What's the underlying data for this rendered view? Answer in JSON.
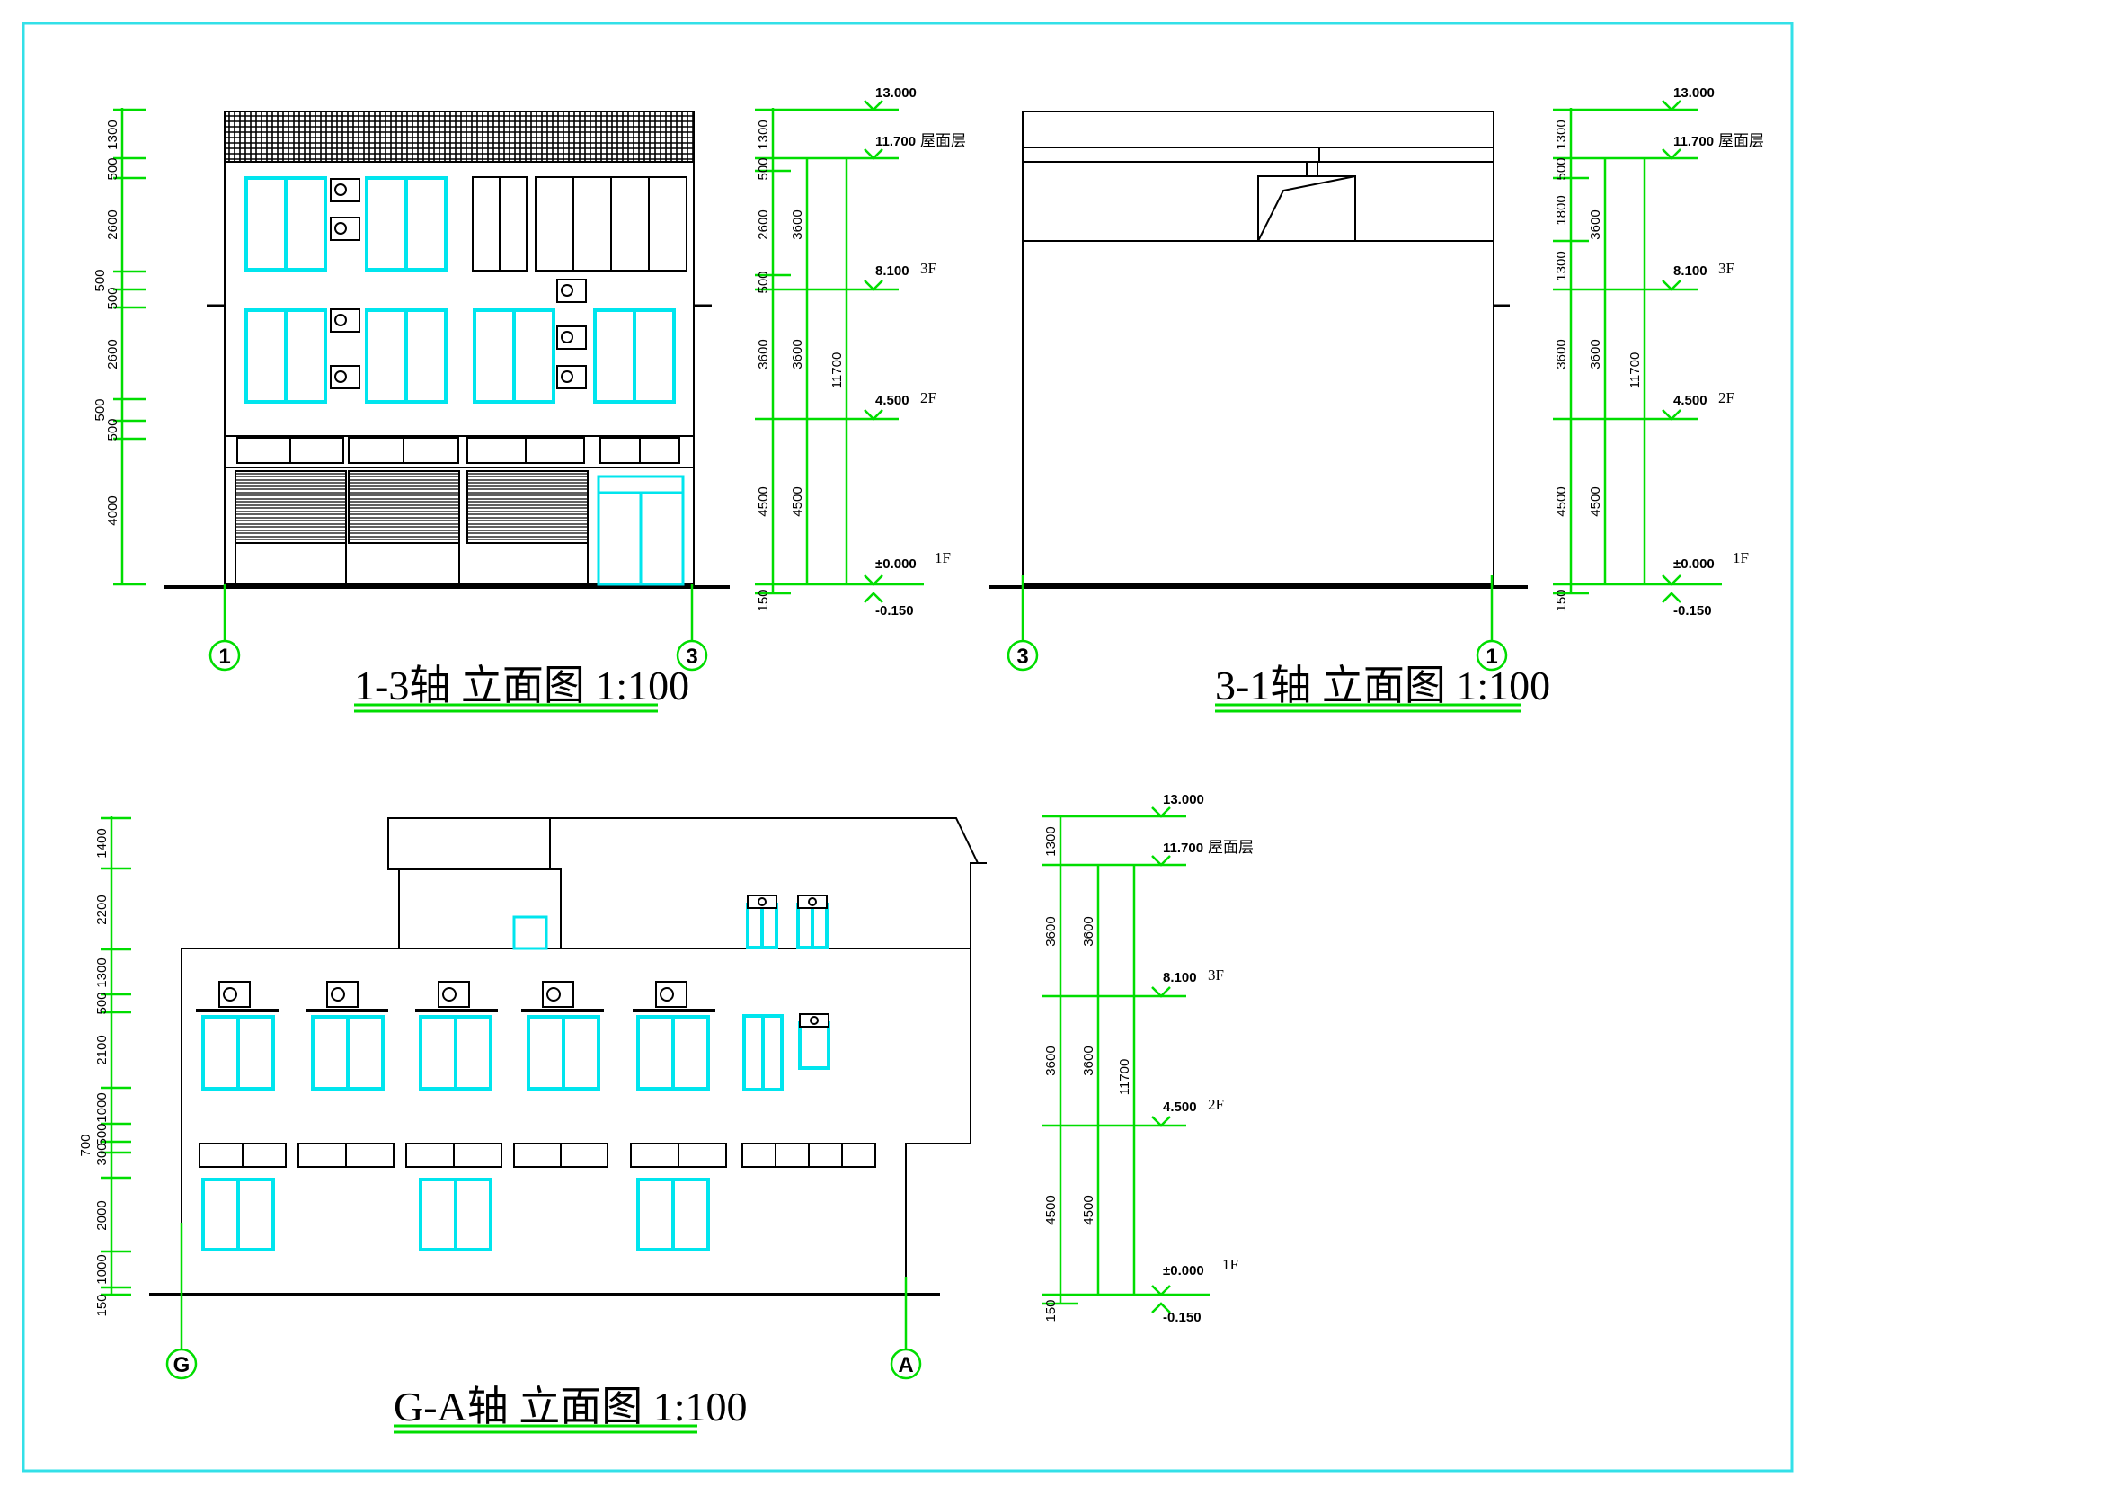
{
  "colors": {
    "frame": "#33e0e8",
    "window": "#00e5ee",
    "dimension": "#00dd00",
    "outline": "#000000"
  },
  "titles": {
    "front": "1-3轴 立面图 1:100",
    "back": "3-1轴 立面图 1:100",
    "side": "G-A轴 立面图 1:100"
  },
  "axes": {
    "front_left": "1",
    "front_right": "3",
    "back_left": "3",
    "back_right": "1",
    "side_left": "G",
    "side_right": "A"
  },
  "levels": {
    "top": "13.000",
    "roof": "11.700",
    "roof_label": "屋面层",
    "f3": "8.100",
    "f3_label": "3F",
    "f2": "4.500",
    "f2_label": "2F",
    "f1": "±0.000",
    "f1_label": "1F",
    "ground": "-0.150"
  },
  "dims": {
    "front_left": [
      "1300",
      "500",
      "2600",
      "500",
      "500",
      "2600",
      "500",
      "500",
      "4000"
    ],
    "back_left": [
      "1300",
      "500",
      "1800",
      "1300",
      "3600",
      "4500",
      "150"
    ],
    "right_col1": [
      "1300",
      "500",
      "2600",
      "500",
      "3600",
      "4500",
      "150"
    ],
    "right_col2": [
      "3600",
      "3600",
      "4500"
    ],
    "total": "11700",
    "side_left": [
      "1400",
      "2200",
      "1300",
      "500",
      "2100",
      "1000",
      "500",
      "300",
      "700",
      "2000",
      "1000",
      "150"
    ],
    "side_right_col1": [
      "1300",
      "3600",
      "3600",
      "4500",
      "150"
    ],
    "side_right_col2": [
      "3600",
      "3600",
      "4500"
    ]
  }
}
